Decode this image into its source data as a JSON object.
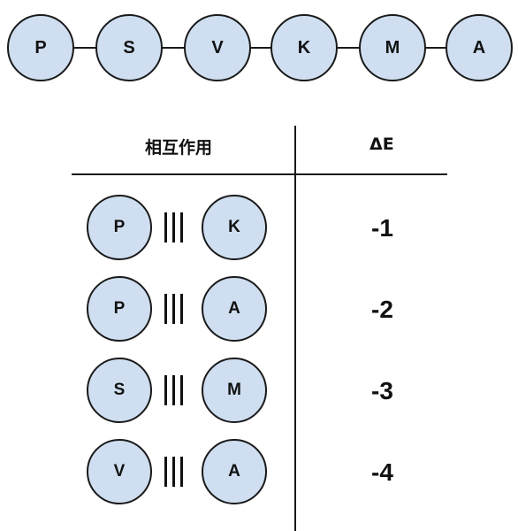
{
  "chain": [
    "P",
    "S",
    "V",
    "K",
    "M",
    "A"
  ],
  "table": {
    "header_interaction": "相互作用",
    "header_delta_e": "ΔE",
    "rows": [
      {
        "left": "P",
        "right": "K",
        "delta_e": "-1"
      },
      {
        "left": "P",
        "right": "A",
        "delta_e": "-2"
      },
      {
        "left": "S",
        "right": "M",
        "delta_e": "-3"
      },
      {
        "left": "V",
        "right": "A",
        "delta_e": "-4"
      }
    ]
  },
  "colors": {
    "node_fill": "#cfdff1",
    "stroke": "#1a1a1a"
  }
}
